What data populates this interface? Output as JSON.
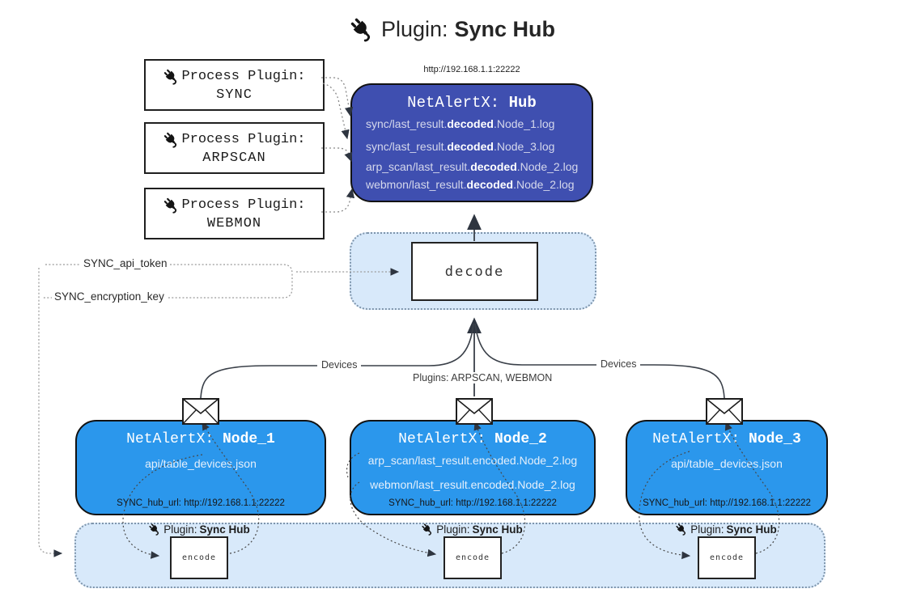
{
  "title": {
    "prefix": "Plugin: ",
    "bold": "Sync Hub"
  },
  "colors": {
    "hub_fill": "#3F4FB0",
    "node_fill": "#2B97EC",
    "panel_fill": "#D8E9FA",
    "panel_border": "#7E95AC"
  },
  "process_plugins": {
    "label": "Process Plugin:",
    "items": [
      "SYNC",
      "ARPSCAN",
      "WEBMON"
    ]
  },
  "hub": {
    "url": "http://192.168.1.1:22222",
    "title_prefix": "NetAlertX: ",
    "title_bold": "Hub",
    "lines": [
      {
        "pre": "sync/last_result.",
        "bold": "decoded",
        "post": ".Node_1.log"
      },
      {
        "pre": "sync/last_result.",
        "bold": "decoded",
        "post": ".Node_3.log"
      },
      {
        "pre": "arp_scan/last_result.",
        "bold": "decoded",
        "post": ".Node_2.log"
      },
      {
        "pre": "webmon/last_result.",
        "bold": "decoded",
        "post": ".Node_2.log"
      }
    ]
  },
  "decode_label": "decode",
  "settings": {
    "api_token": "SYNC_api_token",
    "encryption_key": "SYNC_encryption_key"
  },
  "edge_labels": {
    "left": "Devices",
    "middle": "Plugins: ARPSCAN, WEBMON",
    "right": "Devices"
  },
  "nodes": [
    {
      "title_prefix": "NetAlertX: ",
      "title_bold": "Node_1",
      "lines": [
        "api/table_devices.json"
      ],
      "footer": "SYNC_hub_url: http://192.168.1.1:22222"
    },
    {
      "title_prefix": "NetAlertX: ",
      "title_bold": "Node_2",
      "lines": [
        "arp_scan/last_result.encoded.Node_2.log",
        "webmon/last_result.encoded.Node_2.log"
      ],
      "footer": "SYNC_hub_url: http://192.168.1.1:22222"
    },
    {
      "title_prefix": "NetAlertX: ",
      "title_bold": "Node_3",
      "lines": [
        "api/table_devices.json"
      ],
      "footer": "SYNC_hub_url: http://192.168.1.1:22222"
    }
  ],
  "encoders": {
    "label_prefix": "Plugin: ",
    "label_bold": "Sync Hub",
    "box_label": "encode"
  }
}
